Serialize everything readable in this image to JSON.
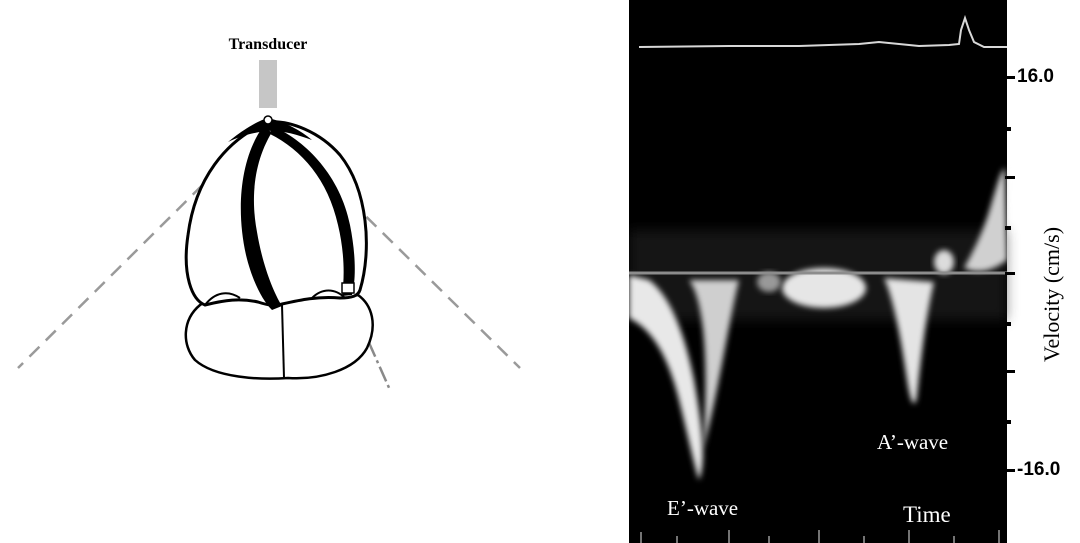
{
  "diagram": {
    "transducer_label": "Transducer"
  },
  "spectrum": {
    "axis_title": "Velocity (cm/s)",
    "scale_max_label": "16.0",
    "scale_min_label": "-16.0",
    "e_wave_label": "E’-wave",
    "a_wave_label": "A’-wave",
    "time_label": "Time"
  }
}
